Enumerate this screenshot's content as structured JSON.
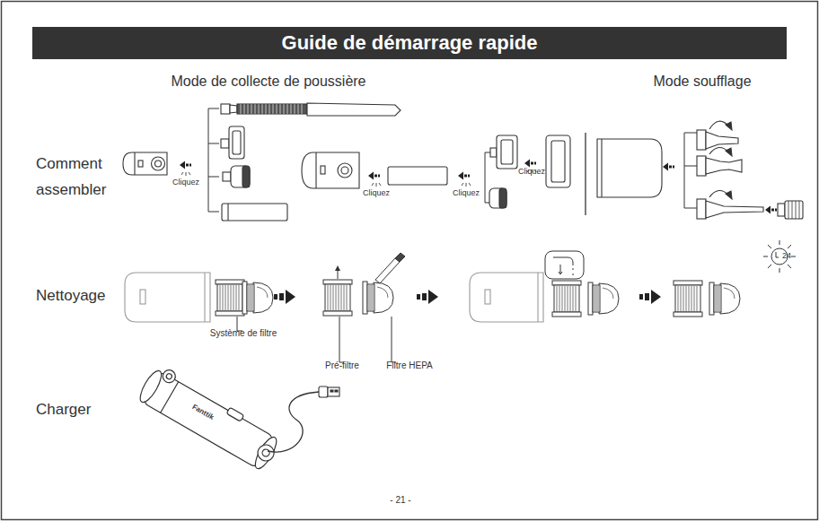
{
  "diagram": {
    "title": "Guide de démarrage rapide",
    "labels": [
      "Mode de collecte de poussière",
      "Mode soufflage",
      "Comment assembler",
      "Cliquez",
      "Cliquez",
      "Cliquez",
      "Cliquez",
      "Nettoyage",
      "Système de filtre",
      "Pré-filtre",
      "Filtre HEPA",
      "24",
      "Charger",
      "Fanttik",
      "- 21 -"
    ]
  }
}
